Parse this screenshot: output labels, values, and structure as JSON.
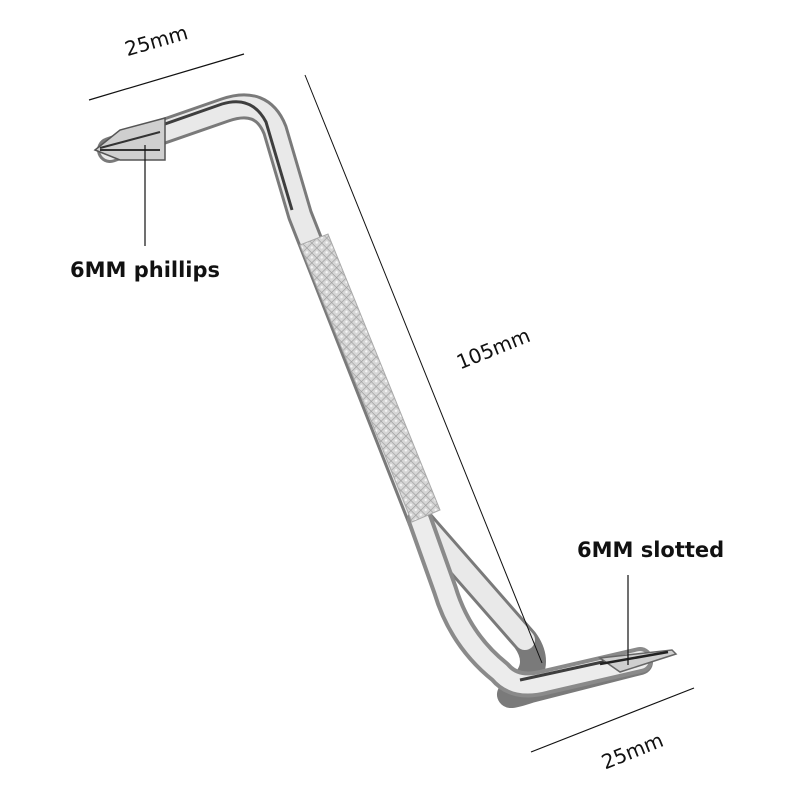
{
  "product": {
    "type": "offset double-ended screwdriver",
    "colors": {
      "steel_light": "#f2f2f2",
      "steel_mid": "#c9c9c9",
      "steel_dark": "#4a4a4a",
      "line": "#111111",
      "background": "#ffffff"
    }
  },
  "annotations": {
    "top_width": "25mm",
    "total_length": "105mm",
    "bottom_width": "25mm",
    "phillips_tip": "6MM phillips",
    "slotted_tip": "6MM slotted"
  }
}
